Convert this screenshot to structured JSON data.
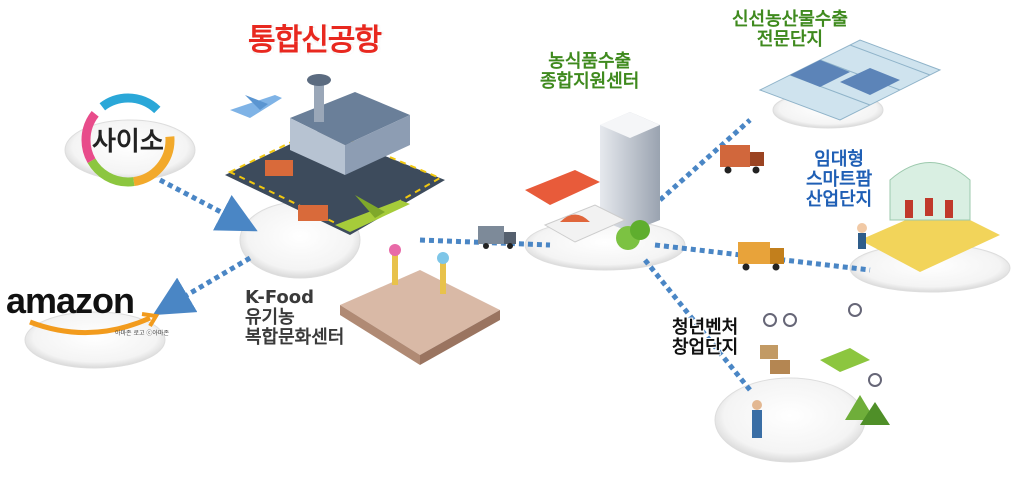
{
  "airport": {
    "title": "통합신공항"
  },
  "saiso": {
    "logo_text": "사이소"
  },
  "amazon": {
    "logo_text": "amazon",
    "credit": "아마존 로고 ⓒ아마존"
  },
  "kfood": {
    "line1": "K-Food",
    "line2": "유기농",
    "line3": "복합문화센터"
  },
  "export_center": {
    "line1": "농식품수출",
    "line2": "종합지원센터"
  },
  "fresh_export": {
    "line1": "신선농산물수출",
    "line2": "전문단지"
  },
  "smart_farm": {
    "line1": "임대형",
    "line2": "스마트팜",
    "line3": "산업단지"
  },
  "youth_venture": {
    "line1": "청년벤처",
    "line2": "창업단지"
  },
  "colors": {
    "title_red": "#e8281f",
    "green_text": "#3f8a1e",
    "blue_text": "#1f5fb5",
    "arrow_blue": "#4a86c5"
  }
}
